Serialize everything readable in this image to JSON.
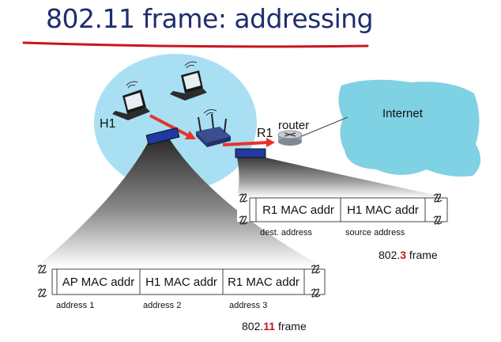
{
  "title": "802.11 frame: addressing",
  "nodes": {
    "h1": "H1",
    "r1": "R1",
    "router": "router",
    "internet": "Internet"
  },
  "frame_802_3": {
    "cells": [
      "R1 MAC addr",
      "H1 MAC addr"
    ],
    "labels": [
      "dest. address",
      "source address"
    ],
    "caption_prefix": "802.",
    "caption_number": "3",
    "caption_suffix": " frame"
  },
  "frame_802_11": {
    "cells": [
      "AP MAC addr",
      "H1 MAC addr",
      "R1 MAC addr"
    ],
    "labels": [
      "address 1",
      "address 2",
      "address 3"
    ],
    "caption_prefix": "802.",
    "caption_number": "11",
    "caption_suffix": " frame"
  },
  "colors": {
    "title": "#1f2d6e",
    "underline": "#c8161d",
    "cell_bubble": "#a9dff2",
    "internet_cloud": "#7fd1e4",
    "arrow": "#e8322c",
    "frame_block": "#1f3aa3"
  }
}
